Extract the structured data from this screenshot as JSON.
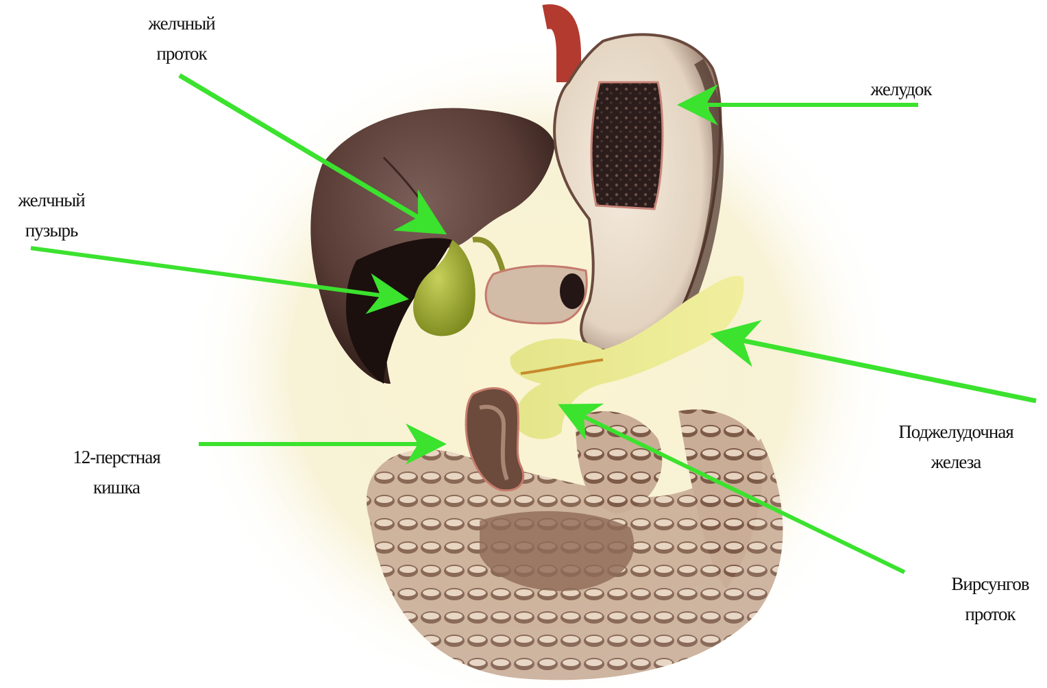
{
  "labels": {
    "bile_duct": {
      "line1": "желчный",
      "line2": "проток"
    },
    "gallbladder": {
      "line1": "желчный",
      "line2": "пузырь"
    },
    "stomach": {
      "line1": "желудок"
    },
    "pancreas": {
      "line1": "Поджелудочная",
      "line2": "железа"
    },
    "duodenum": {
      "line1": "12-перстная",
      "line2": "кишка"
    },
    "wirsung_duct": {
      "line1": "Вирсунгов",
      "line2": "проток"
    }
  },
  "colors": {
    "arrow": "#3be22e",
    "liver": "#5a3a33",
    "stomach_wall": "#7a5a4c",
    "stomach_inner": "#efe3d3",
    "pancreas": "#e6e98a",
    "gallbladder": "#a9b638",
    "intestine": "#a88975",
    "background_glow": "#fbf7dc"
  }
}
